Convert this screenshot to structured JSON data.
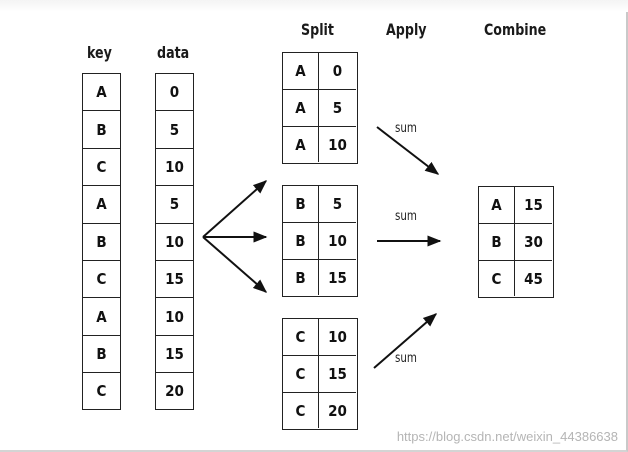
{
  "headers": {
    "key": "key",
    "data": "data",
    "split": "Split",
    "apply": "Apply",
    "combine": "Combine"
  },
  "key_column": [
    "A",
    "B",
    "C",
    "A",
    "B",
    "C",
    "A",
    "B",
    "C"
  ],
  "data_column": [
    "0",
    "5",
    "10",
    "5",
    "10",
    "15",
    "10",
    "15",
    "20"
  ],
  "split_groups": [
    {
      "rows": [
        [
          "A",
          "0"
        ],
        [
          "A",
          "5"
        ],
        [
          "A",
          "10"
        ]
      ]
    },
    {
      "rows": [
        [
          "B",
          "5"
        ],
        [
          "B",
          "10"
        ],
        [
          "B",
          "15"
        ]
      ]
    },
    {
      "rows": [
        [
          "C",
          "10"
        ],
        [
          "C",
          "15"
        ],
        [
          "C",
          "20"
        ]
      ]
    }
  ],
  "apply_labels": [
    "sum",
    "sum",
    "sum"
  ],
  "combined": [
    [
      "A",
      "15"
    ],
    [
      "B",
      "30"
    ],
    [
      "C",
      "45"
    ]
  ],
  "watermark": "https://blog.csdn.net/weixin_44386638"
}
